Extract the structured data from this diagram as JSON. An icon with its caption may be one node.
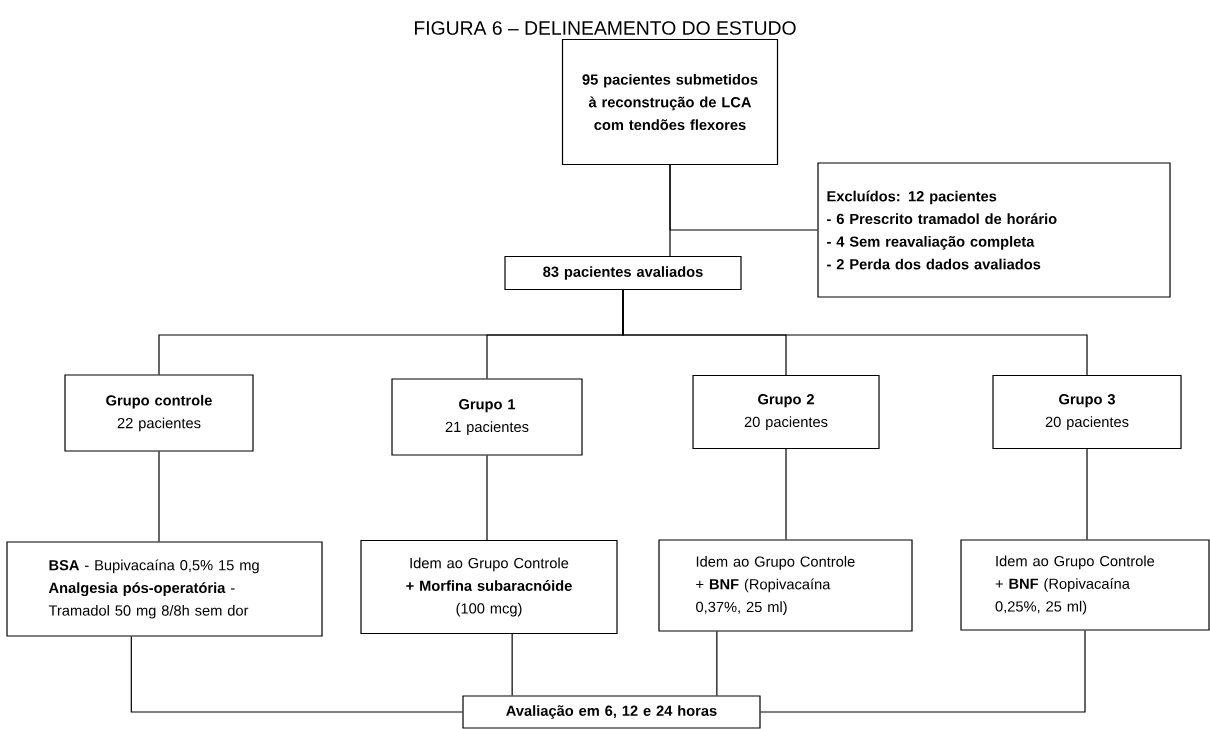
{
  "diagram": {
    "title": "FIGURA 6 – DELINEAMENTO DO ESTUDO",
    "nodes": [
      {
        "text": [
          "95 pacientes submetidos à reconstrução de LCA com tendões flexores"
        ]
      },
      {
        "text": [
          "Excluídos: 12 pacientes",
          "- 6 Prescrito tramadol de horário",
          "- 4 Sem reavaliação completa",
          "- 2 Perda dos dados avaliados"
        ]
      },
      {
        "text": [
          "83 pacientes avaliados"
        ]
      },
      {
        "text": [
          "Grupo controle",
          "22 pacientes"
        ]
      },
      {
        "text": [
          "Grupo 1",
          "21 pacientes"
        ]
      },
      {
        "text": [
          "Grupo 2",
          "20 pacientes"
        ]
      },
      {
        "text": [
          "Grupo 3",
          "20 pacientes"
        ]
      },
      {
        "text": [
          "**BSA** - Bupivacaína 0,5% 15 mg",
          "**Analgesia pós-operatória** - Tramadol 50 mg 8/8h sem dor"
        ]
      },
      {
        "text": [
          "Idem ao Grupo Controle",
          "+ Morfina subaracnóide",
          "(100 mcg)"
        ]
      },
      {
        "text": [
          "Idem ao Grupo Controle",
          "+ **BNF** (Ropivacaína 0,37%, 25 ml)"
        ]
      },
      {
        "text": [
          "Idem ao Grupo Controle",
          "+ **BNF** (Ropivacaína 0,25%, 25 ml)"
        ]
      },
      {
        "text": [
          "Avaliação em 6, 12 e 24 horas"
        ]
      }
    ],
    "edges": [
      {
        "from": 0,
        "to": 2,
        "arrow": "none"
      },
      {
        "from": 0,
        "to": 1,
        "arrow": "none"
      },
      {
        "from": 2,
        "to": 3,
        "arrow": "none"
      },
      {
        "from": 2,
        "to": 4,
        "arrow": "none"
      },
      {
        "from": 2,
        "to": 5,
        "arrow": "none"
      },
      {
        "from": 2,
        "to": 6,
        "arrow": "none"
      },
      {
        "from": 3,
        "to": 7,
        "arrow": "none"
      },
      {
        "from": 4,
        "to": 8,
        "arrow": "none"
      },
      {
        "from": 5,
        "to": 9,
        "arrow": "none"
      },
      {
        "from": 6,
        "to": 10,
        "arrow": "none"
      },
      {
        "from": 7,
        "to": 11,
        "arrow": "none"
      },
      {
        "from": 8,
        "to": 11,
        "arrow": "none"
      },
      {
        "from": 9,
        "to": 11,
        "arrow": "none"
      },
      {
        "from": 10,
        "to": 11,
        "arrow": "none"
      }
    ]
  }
}
